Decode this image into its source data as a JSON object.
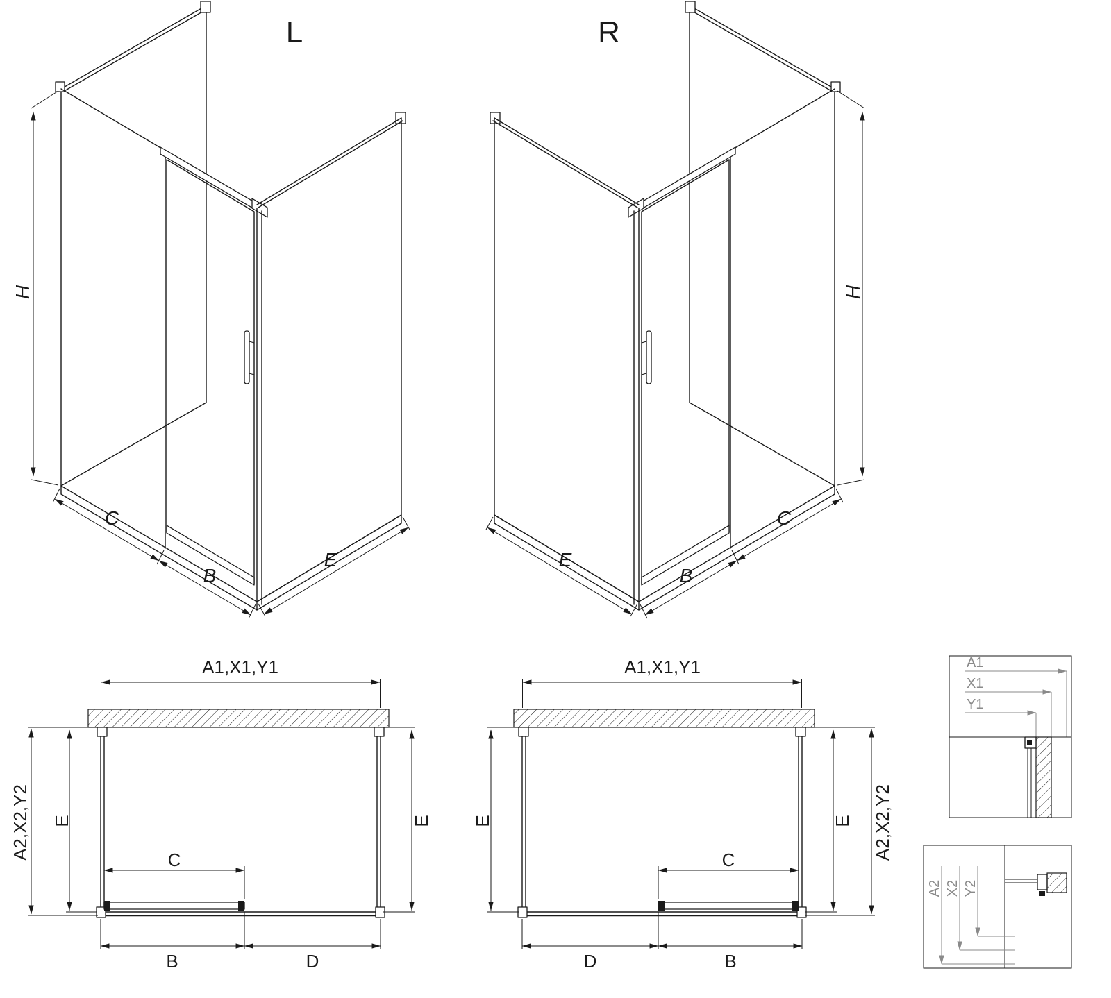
{
  "views": {
    "iso_left": {
      "label": "L"
    },
    "iso_right": {
      "label": "R"
    }
  },
  "dims": {
    "h": "H",
    "c": "C",
    "b": "B",
    "d": "D",
    "e": "E",
    "a1_group": "A1,X1,Y1",
    "a2_group": "A2,X2,Y2",
    "a1": "A1",
    "x1": "X1",
    "y1": "Y1",
    "a2": "A2",
    "x2": "X2",
    "y2": "Y2"
  },
  "colors": {
    "line": "#1a1a1a",
    "detail_gray": "#8a8a8a",
    "background": "#ffffff"
  }
}
